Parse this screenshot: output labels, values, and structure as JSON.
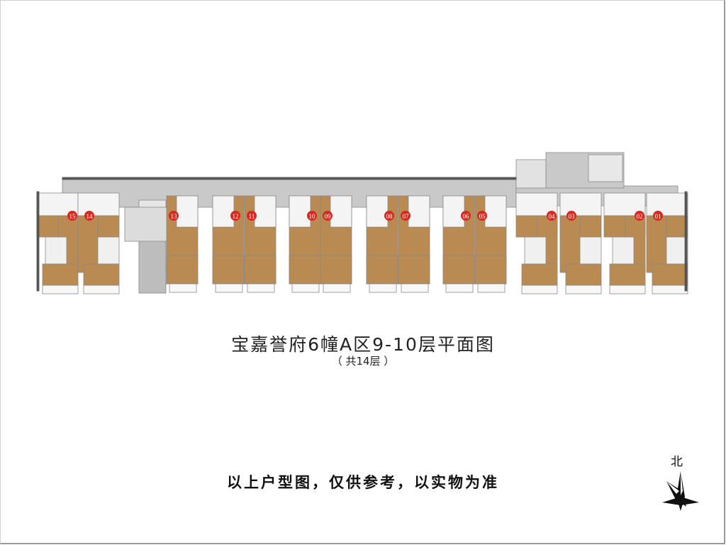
{
  "title": "宝嘉誉府6幢A区9-10层平面图",
  "subtitle": "（ 共14层 ）",
  "disclaimer": "以上户型图，仅供参考，以实物为准",
  "north_label": "北",
  "colors": {
    "room": "#b98a52",
    "corridor": "#c9c9c9",
    "wall": "#555555",
    "badge": "#d42a1f"
  },
  "units": [
    "15",
    "14",
    "13",
    "12",
    "11",
    "10",
    "09",
    "08",
    "07",
    "06",
    "05",
    "04",
    "03",
    "02",
    "01"
  ]
}
